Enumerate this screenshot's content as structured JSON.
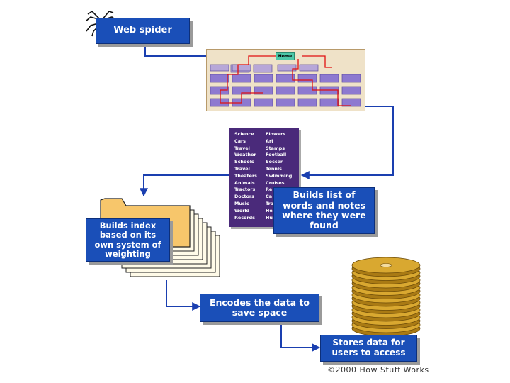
{
  "boxes": {
    "web_spider": "Web spider",
    "builds_list": "Builds list of words and notes where they were found",
    "builds_index": "Builds index based on its own system of weighting",
    "encodes": "Encodes the data to save space",
    "stores": "Stores data for users to access"
  },
  "web_page": {
    "home_label": "Home"
  },
  "word_list": {
    "left": [
      "Science",
      "Cars",
      "Travel",
      "Weather",
      "Schools",
      "Travel",
      "Theaters",
      "Animals",
      "Tractors",
      "Doctors",
      "Music",
      "World",
      "Records"
    ],
    "right": [
      "Flowers",
      "Art",
      "Stamps",
      "Football",
      "Soccer",
      "Tennis",
      "Swimming",
      "Cruises",
      "Re",
      "Ca",
      "Tra",
      "He",
      "Hu"
    ]
  },
  "copyright": "©2000 How Stuff Works",
  "colors": {
    "box_blue": "#1a4fb8",
    "arrow_blue": "#1a3fb0",
    "link_red": "#e01010",
    "folder": "#f7c66b",
    "disk_gold": "#d9a830",
    "list_purple": "#4a2a7a"
  }
}
